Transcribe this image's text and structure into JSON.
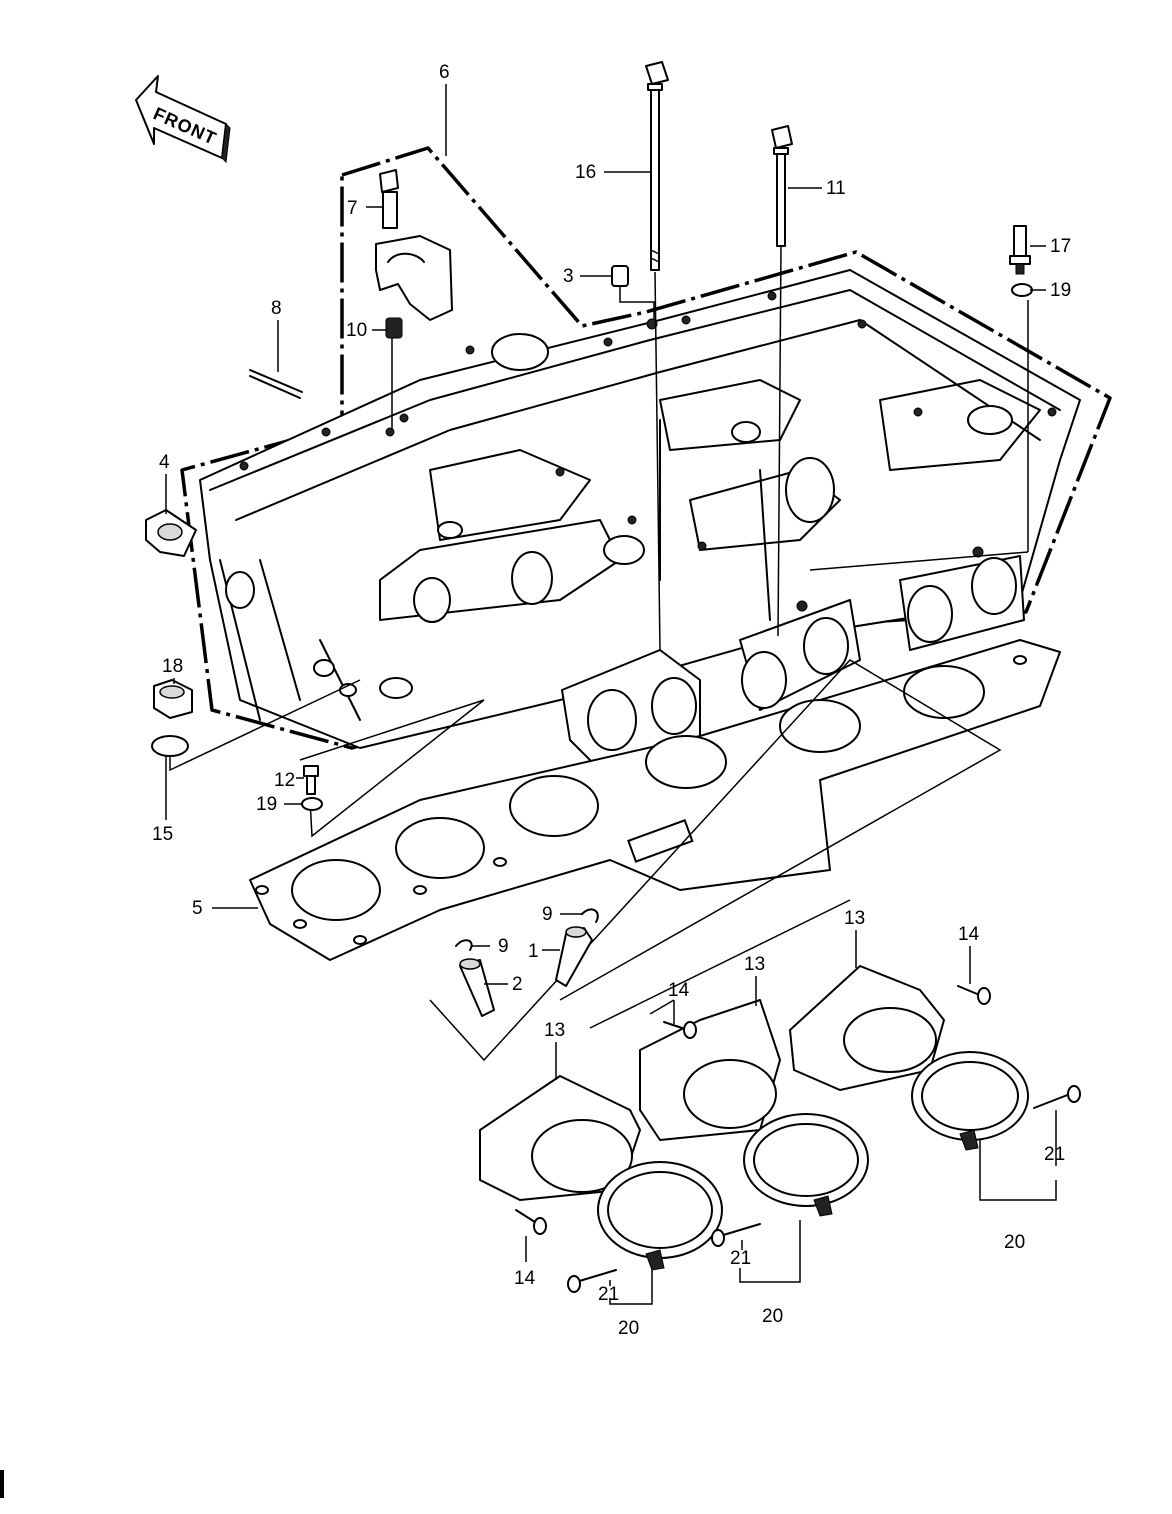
{
  "front_arrow_label": "FRONT",
  "callouts": {
    "c1": "1",
    "c2": "2",
    "c3": "3",
    "c4": "4",
    "c5": "5",
    "c6": "6",
    "c7": "7",
    "c8": "8",
    "c9a": "9",
    "c9b": "9",
    "c10": "10",
    "c11": "11",
    "c12": "12",
    "c13a": "13",
    "c13b": "13",
    "c13c": "13",
    "c14a": "14",
    "c14b": "14",
    "c14c": "14",
    "c15": "15",
    "c16": "16",
    "c17": "17",
    "c18": "18",
    "c19a": "19",
    "c19b": "19",
    "c20a": "20",
    "c20b": "20",
    "c20c": "20",
    "c21a": "21",
    "c21b": "21",
    "c21c": "21"
  },
  "colors": {
    "ink": "#000000",
    "paper": "#ffffff"
  }
}
